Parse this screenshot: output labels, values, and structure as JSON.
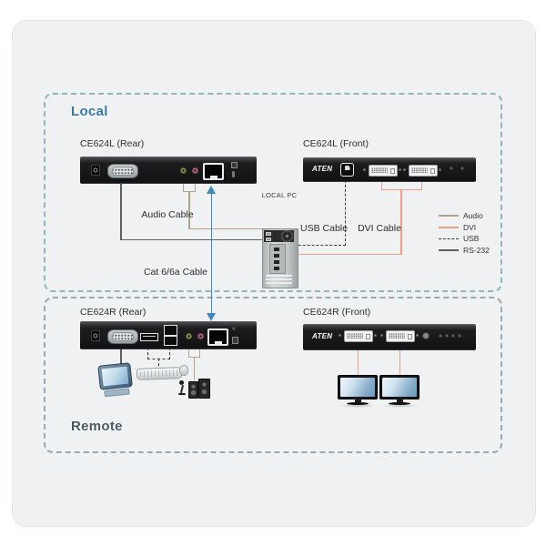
{
  "sections": {
    "local": {
      "label": "Local"
    },
    "remote": {
      "label": "Remote"
    }
  },
  "devices": {
    "ce624l_rear": {
      "label": "CE624L (Rear)"
    },
    "ce624l_front": {
      "label": "CE624L (Front)",
      "brand": "ATEN"
    },
    "ce624r_rear": {
      "label": "CE624R (Rear)"
    },
    "ce624r_front": {
      "label": "CE624R (Front)",
      "brand": "ATEN"
    }
  },
  "pc": {
    "label": "LOCAL PC"
  },
  "cables": {
    "audio": {
      "label": "Audio Cable",
      "color": "#b4a38a"
    },
    "usb": {
      "label": "USB Cable",
      "color": "#3a3a3a"
    },
    "dvi": {
      "label": "DVI Cable",
      "color": "#e5a18a"
    },
    "cat6": {
      "label": "Cat 6/6a Cable",
      "color": "#4188bb"
    },
    "rs232": {
      "color": "#5f5f5f"
    }
  },
  "legend": {
    "items": [
      {
        "label": "Audio",
        "line": "solid",
        "color": "#b4a38a"
      },
      {
        "label": "DVI",
        "line": "solid",
        "color": "#e5a18a"
      },
      {
        "label": "USB",
        "line": "dashed",
        "color": "#3a3a3a"
      },
      {
        "label": "RS-232",
        "line": "solid",
        "color": "#5f5f5f"
      }
    ]
  },
  "colors": {
    "canvas": "#ffffff",
    "card": "#eff1f2",
    "local_box_border": "#90b7c0",
    "remote_box_border": "#98a9b5",
    "local_label": "#3077b7",
    "remote_label": "#475969",
    "panel": "#1b1b1d"
  }
}
